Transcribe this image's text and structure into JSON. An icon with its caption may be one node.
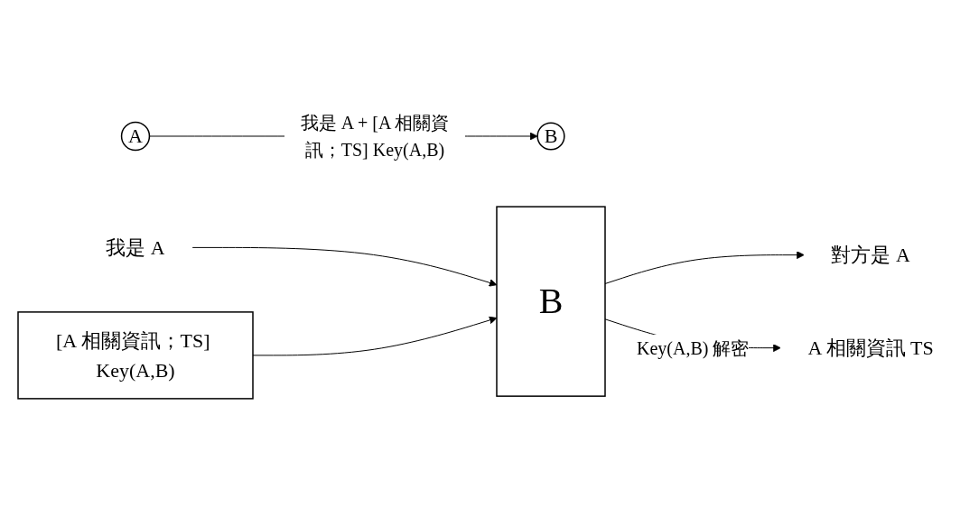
{
  "diagram": {
    "nodes": [
      {
        "text": [
          "A"
        ]
      },
      {
        "text": [
          "B"
        ]
      },
      {
        "text": [
          "我是 A"
        ]
      },
      {
        "text": [
          "B"
        ]
      },
      {
        "text": [
          "[A 相關資訊；TS] Key(A,B)"
        ]
      },
      {
        "text": [
          "對方是 A"
        ]
      },
      {
        "text": [
          "A 相關資訊 TS"
        ]
      }
    ],
    "edges": [
      {
        "from": 0,
        "to": 1,
        "arrow": "to",
        "label": "我是 A + [A 相關資訊；TS] Key(A,B)"
      },
      {
        "from": 2,
        "to": 3,
        "arrow": "to"
      },
      {
        "from": 4,
        "to": 3,
        "arrow": "to"
      },
      {
        "from": 3,
        "to": 5,
        "arrow": "to"
      },
      {
        "from": 3,
        "to": 6,
        "arrow": "to",
        "label": "Key(A,B) 解密"
      }
    ]
  }
}
